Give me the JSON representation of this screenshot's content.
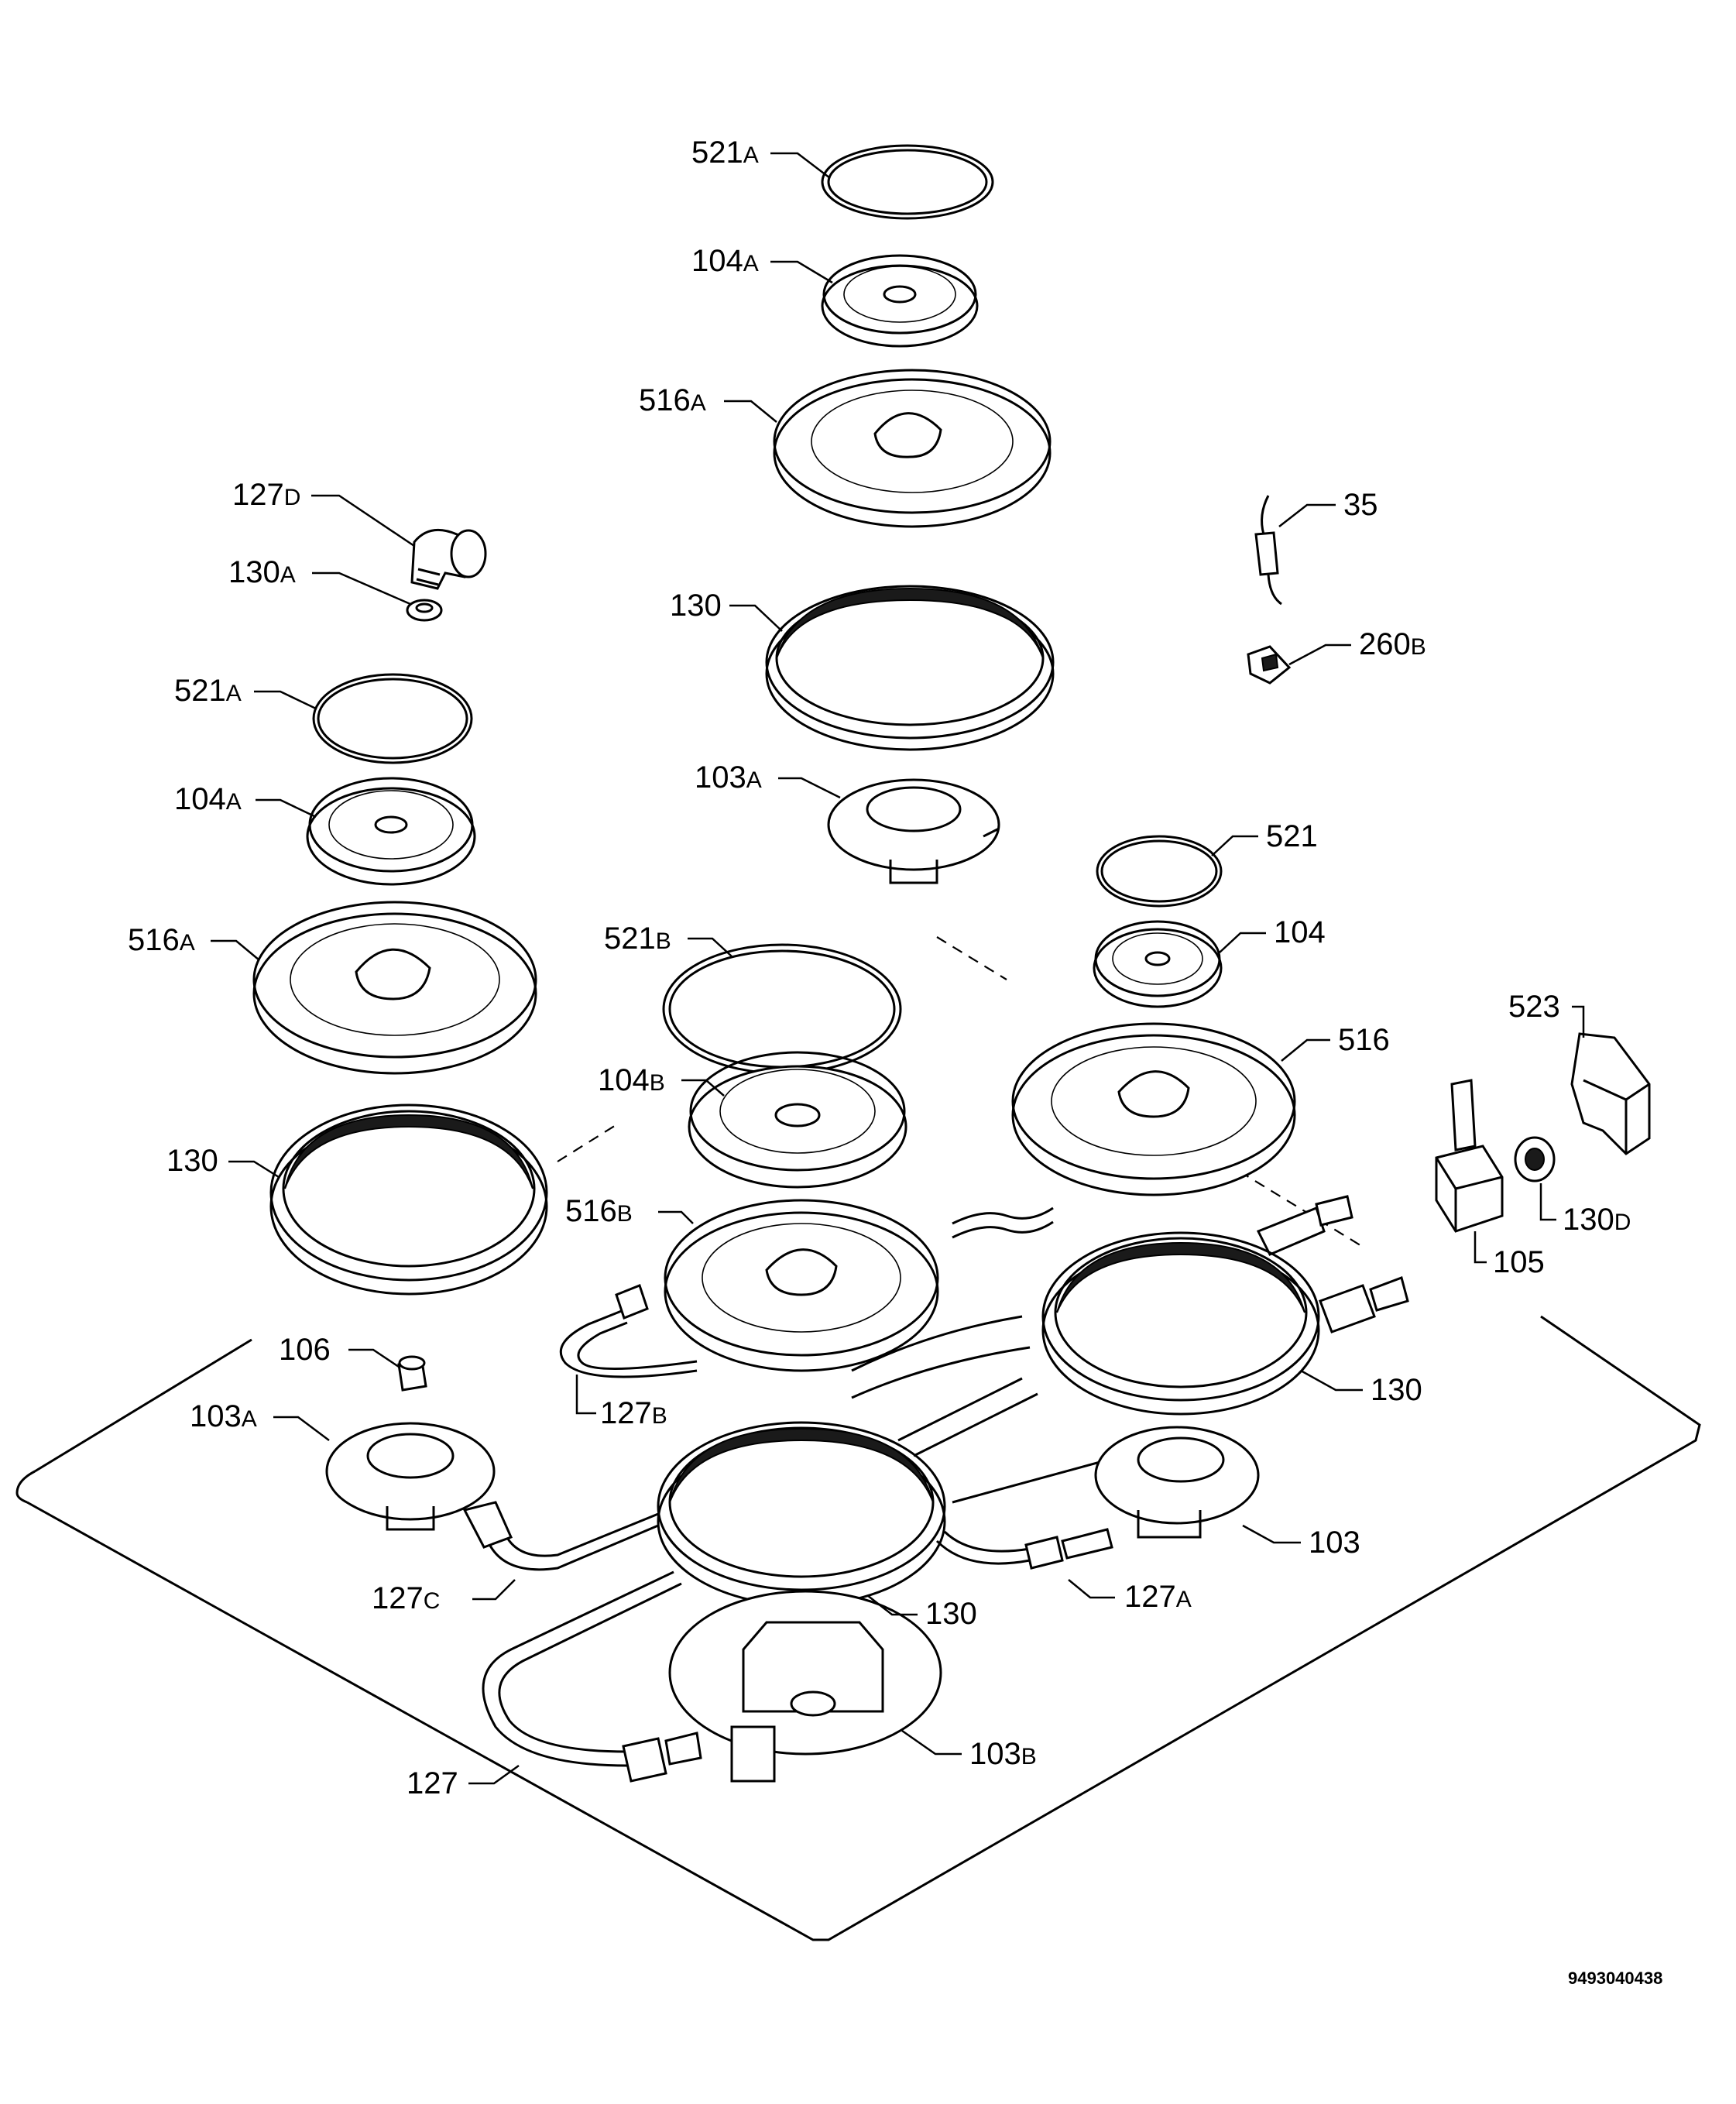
{
  "labels": [
    {
      "id": "lbl-521a-top",
      "num": "521",
      "suf": "A"
    },
    {
      "id": "lbl-104a-top",
      "num": "104",
      "suf": "A"
    },
    {
      "id": "lbl-516a-top",
      "num": "516",
      "suf": "A"
    },
    {
      "id": "lbl-127d",
      "num": "127",
      "suf": "D"
    },
    {
      "id": "lbl-130a",
      "num": "130",
      "suf": "A"
    },
    {
      "id": "lbl-130-top",
      "num": "130",
      "suf": ""
    },
    {
      "id": "lbl-35",
      "num": "35",
      "suf": ""
    },
    {
      "id": "lbl-260b",
      "num": "260",
      "suf": "B"
    },
    {
      "id": "lbl-521a-left",
      "num": "521",
      "suf": "A"
    },
    {
      "id": "lbl-103a-top",
      "num": "103",
      "suf": "A"
    },
    {
      "id": "lbl-104a-left",
      "num": "104",
      "suf": "A"
    },
    {
      "id": "lbl-521",
      "num": "521",
      "suf": ""
    },
    {
      "id": "lbl-104",
      "num": "104",
      "suf": ""
    },
    {
      "id": "lbl-516a-left",
      "num": "516",
      "suf": "A"
    },
    {
      "id": "lbl-521b",
      "num": "521",
      "suf": "B"
    },
    {
      "id": "lbl-523",
      "num": "523",
      "suf": ""
    },
    {
      "id": "lbl-516",
      "num": "516",
      "suf": ""
    },
    {
      "id": "lbl-104b",
      "num": "104",
      "suf": "B"
    },
    {
      "id": "lbl-130-left",
      "num": "130",
      "suf": ""
    },
    {
      "id": "lbl-130d",
      "num": "130",
      "suf": "D"
    },
    {
      "id": "lbl-516b",
      "num": "516",
      "suf": "B"
    },
    {
      "id": "lbl-105",
      "num": "105",
      "suf": ""
    },
    {
      "id": "lbl-106",
      "num": "106",
      "suf": ""
    },
    {
      "id": "lbl-130-right",
      "num": "130",
      "suf": ""
    },
    {
      "id": "lbl-127b",
      "num": "127",
      "suf": "B"
    },
    {
      "id": "lbl-103a-left",
      "num": "103",
      "suf": "A"
    },
    {
      "id": "lbl-103",
      "num": "103",
      "suf": ""
    },
    {
      "id": "lbl-127c",
      "num": "127",
      "suf": "C"
    },
    {
      "id": "lbl-127a",
      "num": "127",
      "suf": "A"
    },
    {
      "id": "lbl-130-bottom",
      "num": "130",
      "suf": ""
    },
    {
      "id": "lbl-103b",
      "num": "103",
      "suf": "B"
    },
    {
      "id": "lbl-127",
      "num": "127",
      "suf": ""
    }
  ],
  "document_number": "9493040438"
}
